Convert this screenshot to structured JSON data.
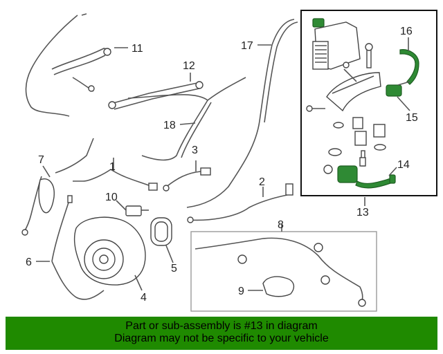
{
  "callouts": {
    "c1": "1",
    "c2": "2",
    "c3": "3",
    "c4": "4",
    "c5": "5",
    "c6": "6",
    "c7": "7",
    "c8": "8",
    "c9": "9",
    "c10": "10",
    "c11": "11",
    "c12": "12",
    "c13": "13",
    "c14": "14",
    "c15": "15",
    "c16": "16",
    "c17": "17",
    "c18": "18"
  },
  "banner": {
    "line1": "Part or sub-assembly is #13 in diagram",
    "line2": "Diagram may not be specific to your vehicle"
  },
  "colors": {
    "highlight": "#2f8a34",
    "banner": "#1f8a00"
  }
}
